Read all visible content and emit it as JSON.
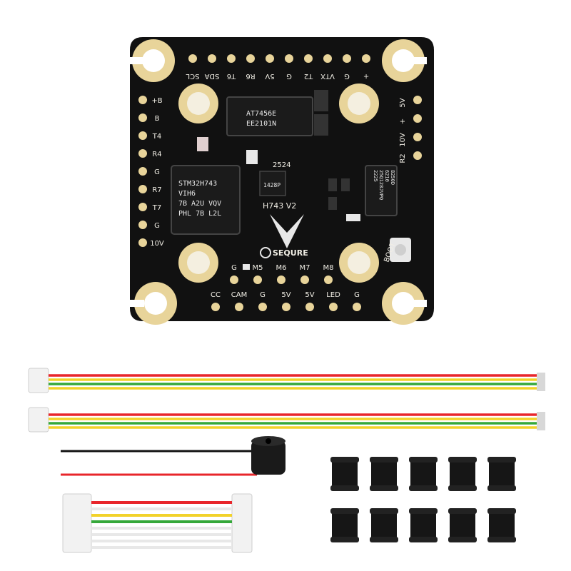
{
  "board": {
    "model": "H743 V2",
    "brand": "SEQURE",
    "mcu_chip": [
      "STM32H743",
      "VIH6",
      "7B A2U VQV",
      "PHL 7B L2L"
    ],
    "osd_chip": [
      "AT7456E",
      "EE2101N"
    ],
    "flash_chip": [
      "25Q128JVPQ",
      "2225",
      "6210",
      "8250D"
    ],
    "small_chip": "1428P",
    "code": "2524",
    "top_pads": [
      "SCL",
      "SDA",
      "T6",
      "R6",
      "5V",
      "G",
      "T2",
      "VTX",
      "G",
      "+"
    ],
    "left_pads": [
      "+B",
      "B",
      "T4",
      "R4",
      "G",
      "R7",
      "T7",
      "G",
      "10V"
    ],
    "right_pads": [
      "5V",
      "+",
      "10V",
      "R2"
    ],
    "mid_pads": [
      "G",
      "M5",
      "M6",
      "M7",
      "M8"
    ],
    "bottom_pads": [
      "CC",
      "CAM",
      "G",
      "5V",
      "5V",
      "LED",
      "G"
    ],
    "boot_label": "BOOT"
  },
  "colors": {
    "pcb": "#111111",
    "gold": "#e8d49a",
    "wire_red": "#e8262b",
    "wire_yellow": "#f2d22a",
    "wire_green": "#35a83a",
    "wire_black": "#111111",
    "wire_white": "#e8e8e8"
  },
  "accessories": {
    "cables": 2,
    "buzzer": 1,
    "jst_cable": 1,
    "grommets": 10
  }
}
